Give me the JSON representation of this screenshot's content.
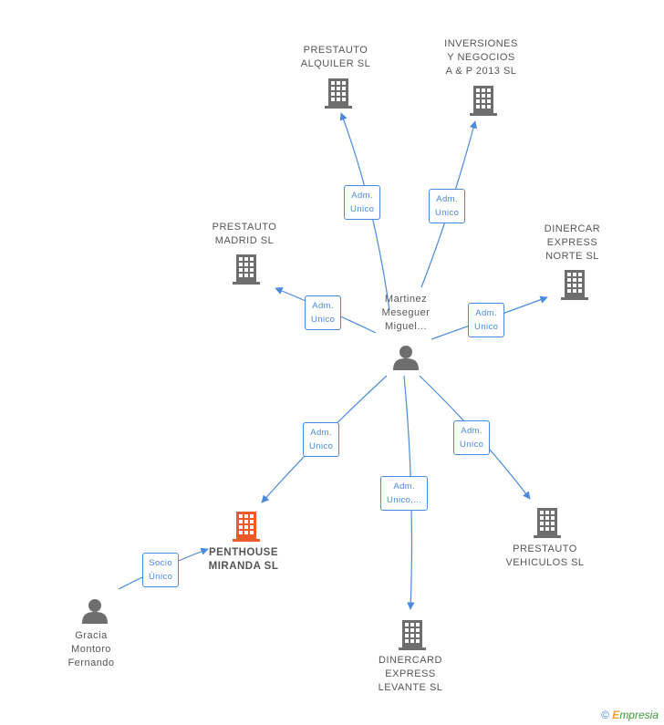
{
  "nodes": {
    "prestauto_alquiler": {
      "line1": "PRESTAUTO",
      "line2": "ALQUILER  SL"
    },
    "inversiones": {
      "line1": "INVERSIONES",
      "line2": "Y NEGOCIOS",
      "line3": "A & P 2013  SL"
    },
    "prestauto_madrid": {
      "line1": "PRESTAUTO",
      "line2": "MADRID  SL"
    },
    "dinercar_norte": {
      "line1": "DINERCAR",
      "line2": "EXPRESS",
      "line3": "NORTE  SL"
    },
    "person_center": {
      "line1": "Martinez",
      "line2": "Meseguer",
      "line3": "Miguel..."
    },
    "penthouse": {
      "line1": "PENTHOUSE",
      "line2": "MIRANDA  SL"
    },
    "prestauto_vehiculos": {
      "line1": "PRESTAUTO",
      "line2": "VEHICULOS  SL"
    },
    "dinercard_levante": {
      "line1": "DINERCARD",
      "line2": "EXPRESS",
      "line3": "LEVANTE SL"
    },
    "person_gracia": {
      "line1": "Gracia",
      "line2": "Montoro",
      "line3": "Fernando"
    }
  },
  "edges": {
    "to_alquiler": {
      "line1": "Adm.",
      "line2": "Unico"
    },
    "to_inversiones": {
      "line1": "Adm.",
      "line2": "Unico"
    },
    "to_madrid": {
      "line1": "Adm.",
      "line2": "Unico"
    },
    "to_norte": {
      "line1": "Adm.",
      "line2": "Unico"
    },
    "to_penthouse": {
      "line1": "Adm.",
      "line2": "Unico"
    },
    "to_levante": {
      "line1": "Adm.",
      "line2": "Unico,..."
    },
    "to_vehiculos": {
      "line1": "Adm.",
      "line2": "Unico"
    },
    "gracia_to_penthouse": {
      "line1": "Socio",
      "line2": "Único"
    }
  },
  "colors": {
    "edge": "#4a89dc",
    "building": "#6e6e6e",
    "building_focus": "#f05a28",
    "person": "#6e6e6e"
  },
  "footer": {
    "copyright": "©",
    "brand_e": "E",
    "brand_rest": "mpresia"
  }
}
